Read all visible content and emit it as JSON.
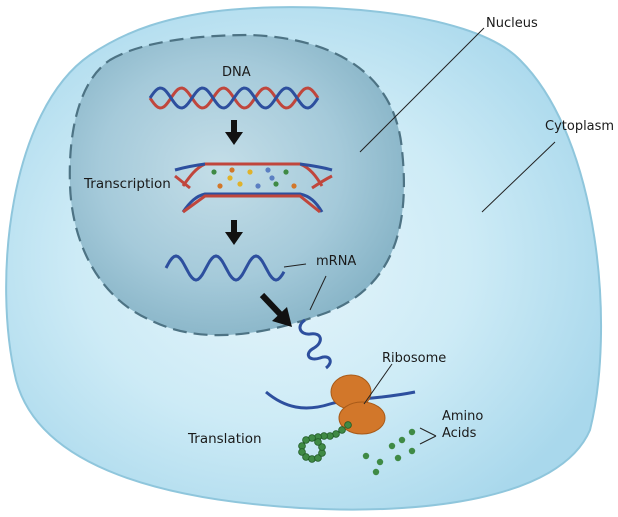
{
  "labels": {
    "nucleus": "Nucleus",
    "cytoplasm": "Cytoplasm",
    "dna": "DNA",
    "transcription": "Transcription",
    "mrna": "mRNA",
    "ribosome": "Ribosome",
    "translation": "Translation",
    "amino_line1": "Amino",
    "amino_line2": "Acids"
  },
  "colors": {
    "cell_fill": "#bfe3f2",
    "cell_stroke": "#8fc6dc",
    "nucleus_fill": "#9cc6d6",
    "nucleus_stroke": "#4d7384",
    "dna_blue": "#2d4f9e",
    "dna_red": "#c0463c",
    "arrow": "#111111",
    "ribosome": "#d2772a",
    "amino_acid": "#3f8a45"
  }
}
